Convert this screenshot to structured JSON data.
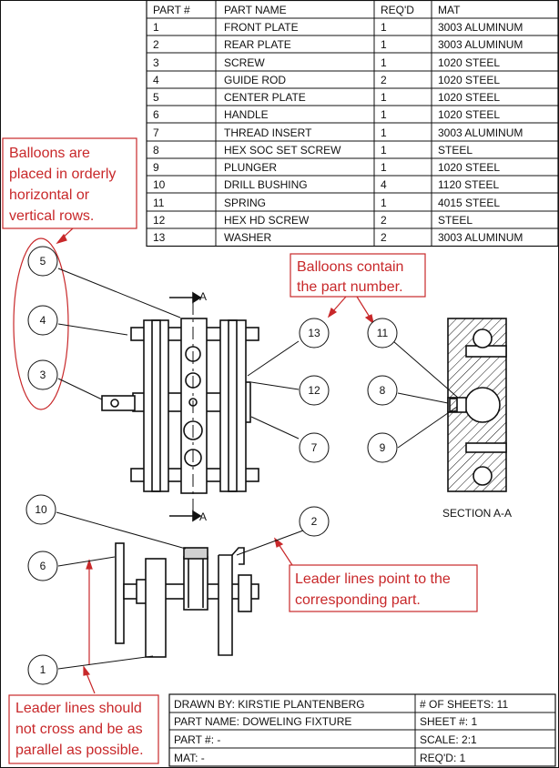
{
  "parts_list": {
    "headers": [
      "PART #",
      "PART NAME",
      "REQ'D",
      "MAT"
    ],
    "rows": [
      [
        "1",
        "FRONT PLATE",
        "1",
        "3003 ALUMINUM"
      ],
      [
        "2",
        "REAR PLATE",
        "1",
        "3003 ALUMINUM"
      ],
      [
        "3",
        "SCREW",
        "1",
        "1020 STEEL"
      ],
      [
        "4",
        "GUIDE ROD",
        "2",
        "1020 STEEL"
      ],
      [
        "5",
        "CENTER PLATE",
        "1",
        "1020 STEEL"
      ],
      [
        "6",
        "HANDLE",
        "1",
        "1020 STEEL"
      ],
      [
        "7",
        "THREAD INSERT",
        "1",
        "3003 ALUMINUM"
      ],
      [
        "8",
        "HEX SOC SET SCREW",
        "1",
        "STEEL"
      ],
      [
        "9",
        "PLUNGER",
        "1",
        "1020 STEEL"
      ],
      [
        "10",
        "DRILL BUSHING",
        "4",
        "1120 STEEL"
      ],
      [
        "11",
        "SPRING",
        "1",
        "4015 STEEL"
      ],
      [
        "12",
        "HEX HD SCREW",
        "2",
        "STEEL"
      ],
      [
        "13",
        "WASHER",
        "2",
        "3003 ALUMINUM"
      ]
    ]
  },
  "title_block": {
    "drawn_by": "DRAWN BY: KIRSTIE PLANTENBERG",
    "sheets": "# OF SHEETS: 11",
    "part_name": "PART NAME: DOWELING FIXTURE",
    "sheet_num": "SHEET #: 1",
    "part_num": "PART #: -",
    "scale": "SCALE: 2:1",
    "mat": "MAT: -",
    "reqd": "REQ'D: 1"
  },
  "notes": {
    "balloons_rows": [
      "Balloons are",
      "placed in orderly",
      "horizontal or",
      "vertical rows."
    ],
    "balloons_number": [
      "Balloons contain",
      "the part number."
    ],
    "leader_point": [
      "Leader lines point to the",
      "corresponding part."
    ],
    "leader_cross": [
      "Leader lines should",
      "not cross and be as",
      "parallel as possible."
    ]
  },
  "labels": {
    "section_top": "A",
    "section_bottom": "A",
    "section_title": "SECTION A-A"
  },
  "balloons": {
    "b5": "5",
    "b4": "4",
    "b3": "3",
    "b13": "13",
    "b12": "12",
    "b7": "7",
    "b11": "11",
    "b8": "8",
    "b9": "9",
    "b10": "10",
    "b6": "6",
    "b1": "1",
    "b2": "2"
  },
  "colors": {
    "annotation": "#c8282a",
    "line": "#111111"
  }
}
